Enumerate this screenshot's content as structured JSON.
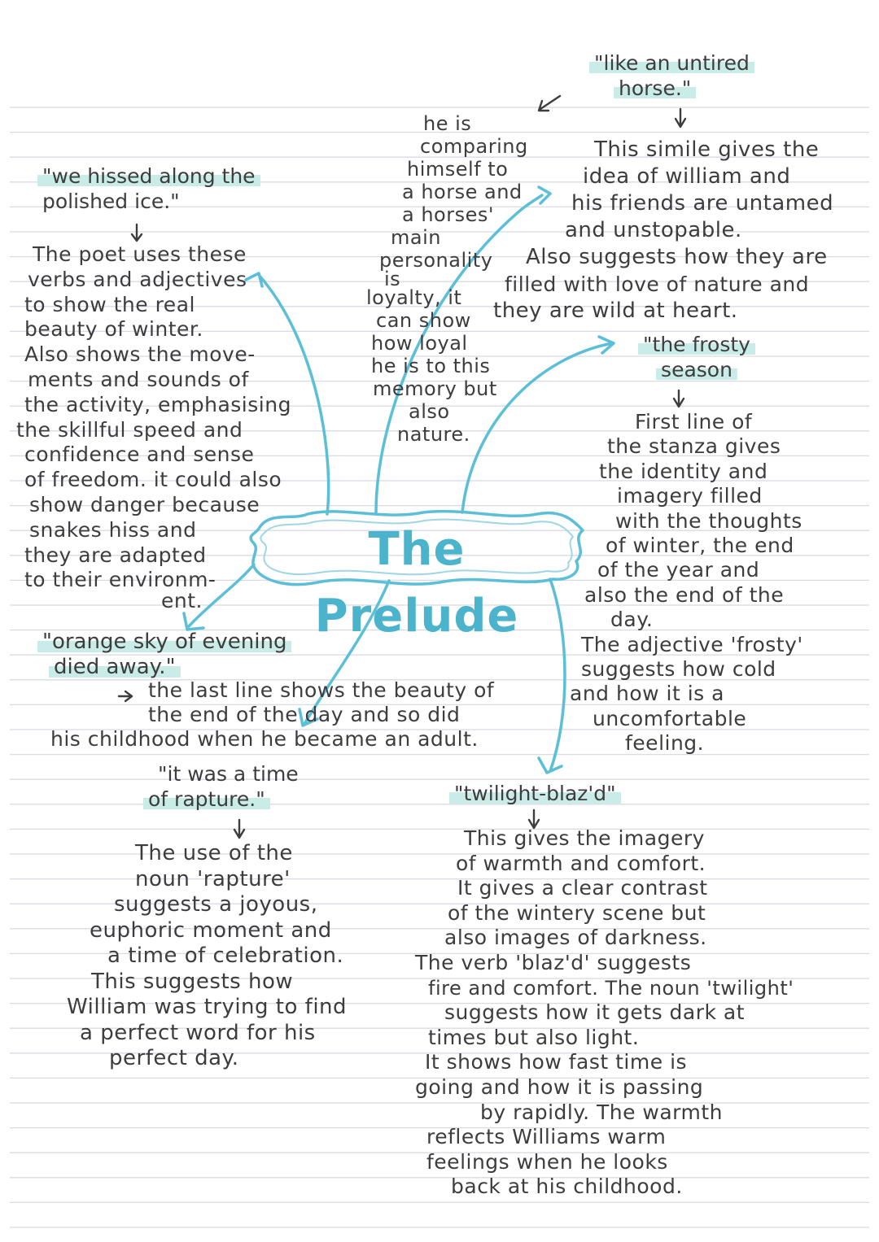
{
  "title": "The Prelude",
  "colors": {
    "accent": "#5cbfd8",
    "highlight": "#c9ece9",
    "ink": "#3d3d3d",
    "ruled_line": "#d8dbe4"
  },
  "quote_ice": [
    "\"we hissed along the",
    "polished ice.\""
  ],
  "note_ice": [
    "The poet uses these",
    "verbs and adjectives",
    "to show the real",
    "beauty of winter.",
    "Also shows the move-",
    "ments and sounds of",
    "the activity, emphasising",
    "the skillful speed and",
    "confidence and sense",
    "of freedom. it could also",
    "show danger because",
    "snakes hiss and",
    "they are adapted",
    "to their environm-",
    "ent."
  ],
  "quote_horse": [
    "\"like an untired",
    "horse.\""
  ],
  "note_comparing": [
    "he is",
    "comparing",
    "himself to",
    "a horse and",
    "a horses'",
    "main",
    "personality",
    "is",
    "loyalty, it",
    "can show",
    "how loyal",
    "he is to this",
    "memory but",
    "also",
    "nature."
  ],
  "note_simile": [
    "This simile gives the",
    "idea of william and",
    "his friends are untamed",
    "and unstopable.",
    "Also suggests how they are",
    "filled with love of nature and",
    "they are wild at heart."
  ],
  "quote_frosty": [
    "\"the frosty",
    "season"
  ],
  "note_frosty": [
    "First line of",
    "the stanza gives",
    "the identity and",
    "imagery filled",
    "with the thoughts",
    "of winter, the end",
    "of the year and",
    "also the end of the",
    "day.",
    "The adjective 'frosty'",
    "suggests how cold",
    "and how it is a",
    "uncomfortable",
    "feeling."
  ],
  "quote_evening": [
    "\"orange sky of evening",
    "died away.\""
  ],
  "note_evening": [
    "the last line shows the beauty of",
    "the end of the day and so did",
    "his childhood when he became an adult."
  ],
  "quote_rapture": [
    "\"it was a time",
    "of rapture.\""
  ],
  "note_rapture": [
    "The use of the",
    "noun 'rapture'",
    "suggests a joyous,",
    "euphoric moment and",
    "a time of celebration.",
    "This suggests how",
    "William was trying to find",
    "a perfect word for his",
    "perfect day."
  ],
  "quote_twilight": [
    "\"twilight-blaz'd\""
  ],
  "note_twilight": [
    "This gives the imagery",
    "of warmth and comfort.",
    "It gives a clear contrast",
    "of the wintery scene but",
    "also images of darkness.",
    "The verb 'blaz'd' suggests",
    "fire and comfort. The noun 'twilight'",
    "suggests how it gets dark at",
    "times but also light.",
    "It shows how fast time is",
    "going and how it is passing",
    "by rapidly. The warmth",
    "reflects Williams warm",
    "feelings when he looks",
    "back at his childhood."
  ]
}
